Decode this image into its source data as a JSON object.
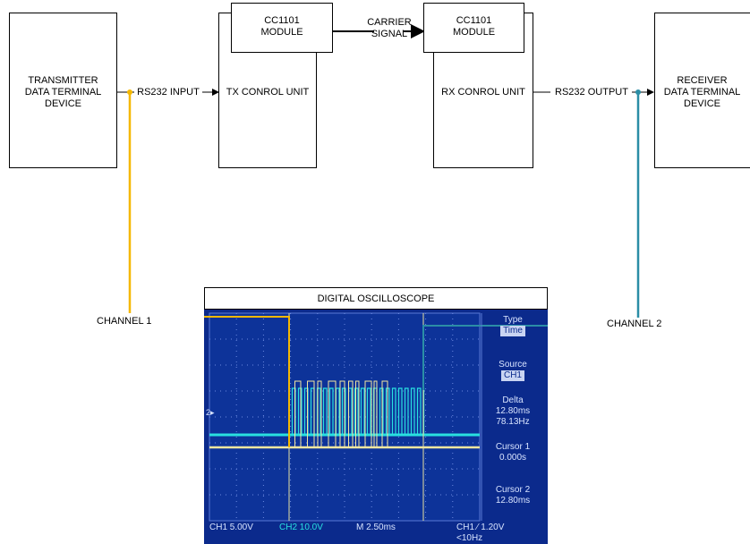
{
  "diagram": {
    "transmitter": "TRANSMITTER\nDATA TERMINAL\nDEVICE",
    "tx_module": "CC1101\nMODULE",
    "tx_unit": "TX CONROL UNIT",
    "carrier": "CARRIER\nSIGNAL",
    "rx_module": "CC1101\nMODULE",
    "rx_unit": "RX CONROL UNIT",
    "receiver": "RECEIVER\nDATA TERMINAL\nDEVICE",
    "rs232_input": "RS232 INPUT",
    "rs232_output": "RS232 OUTPUT",
    "channel1": "CHANNEL 1",
    "channel2": "CHANNEL 2",
    "scope_title": "DIGITAL OSCILLOSCOPE"
  },
  "colors": {
    "channel1": "#f5b800",
    "channel2": "#2b8ea6"
  },
  "oscilloscope": {
    "panel": [
      {
        "label": "Type",
        "value": "Time"
      },
      {
        "label": "Source",
        "value": "CH1"
      },
      {
        "label": "Delta",
        "value": "12.80ms\n78.13Hz"
      },
      {
        "label": "Cursor 1",
        "value": "0.000s"
      },
      {
        "label": "Cursor 2",
        "value": "12.80ms"
      }
    ],
    "bottom": {
      "ch1": "CH1  5.00V",
      "ch2": "CH2  10.0V",
      "time": "M 2.50ms",
      "trigger": "CH1  ⁄  1.20V",
      "freq": "<10Hz"
    },
    "marker": "2▸"
  }
}
